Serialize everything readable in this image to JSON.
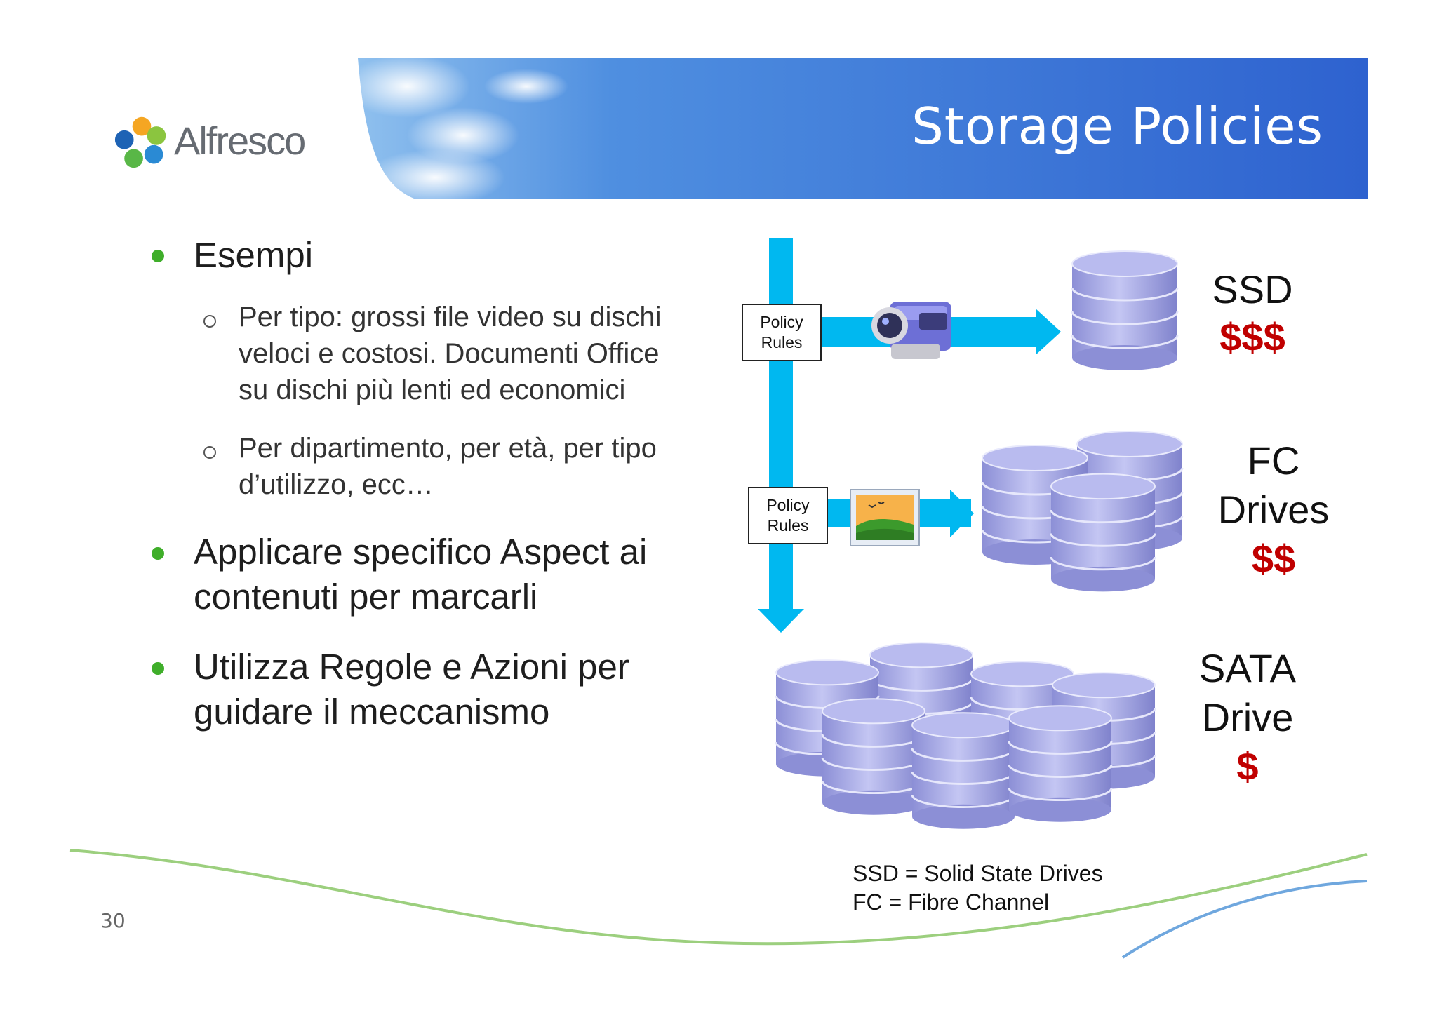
{
  "header": {
    "brand": "Alfresco",
    "title": "Storage Policies"
  },
  "bullets": [
    {
      "text": "Esempi",
      "sub": [
        {
          "lines": [
            "Per tipo: grossi file video su dischi",
            "veloci e costosi. Documenti Office",
            "su dischi più lenti ed economici"
          ]
        },
        {
          "lines": [
            "Per dipartimento, per età, per tipo",
            "d’utilizzo, ecc…"
          ]
        }
      ]
    },
    {
      "lines": [
        "Applicare specifico Aspect ai",
        "contenuti per marcarli"
      ]
    },
    {
      "lines": [
        "Utilizza Regole e Azioni per",
        "guidare il meccanismo"
      ]
    }
  ],
  "diagram": {
    "policy_boxes": [
      {
        "line1": "Policy",
        "line2": "Rules"
      },
      {
        "line1": "Policy",
        "line2": "Rules"
      }
    ],
    "tiers": [
      {
        "name": "SSD",
        "price": "$$$",
        "icon": "video-camera-icon"
      },
      {
        "name_line1": "FC",
        "name_line2": "Drives",
        "price": "$$",
        "icon": "picture-icon"
      },
      {
        "name_line1": "SATA",
        "name_line2": "Drive",
        "price": "$"
      }
    ],
    "colors": {
      "arrow": "#00b8f0",
      "price": "#c00000",
      "disk": "#a7a9e6"
    }
  },
  "legend": [
    "SSD = Solid State Drives",
    "FC = Fibre Channel"
  ],
  "page_number": "30"
}
